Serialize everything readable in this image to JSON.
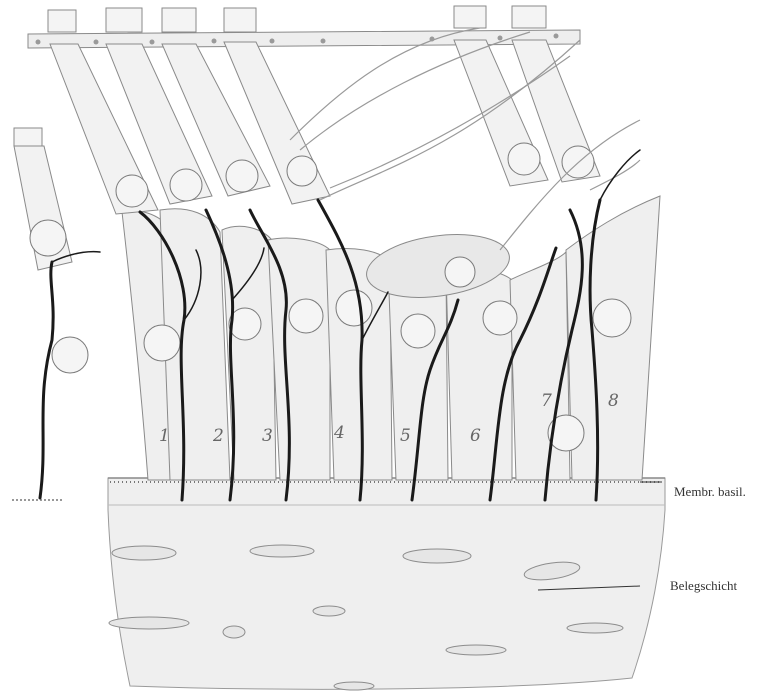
{
  "cell_numbers": [
    "1",
    "2",
    "3",
    "4",
    "5",
    "6",
    "7",
    "8"
  ],
  "labels": {
    "membrana_basilaris": "Membr. basil.",
    "belegschicht": "Belegschicht"
  }
}
